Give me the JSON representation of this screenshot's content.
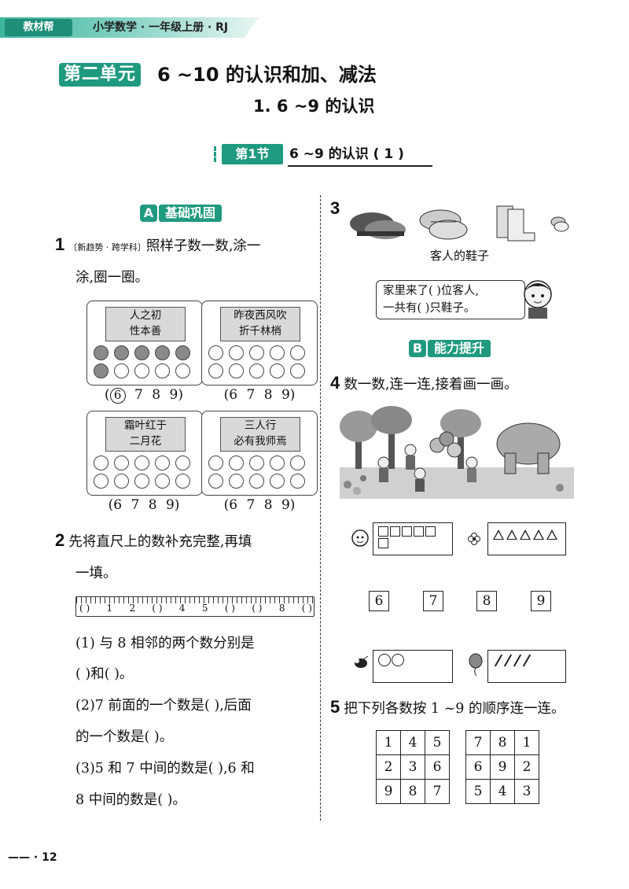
{
  "header": {
    "brand": "教材帮",
    "book": "小学数学 · 一年级上册 · RJ"
  },
  "unit": {
    "badge": "第二单元",
    "title": "6 ~10 的认识和加、减法"
  },
  "section": {
    "title": "1.  6 ~9 的认识"
  },
  "lesson": {
    "badge": "第1节",
    "title": "6 ~9 的认识 ( 1 )"
  },
  "partA": {
    "letter": "A",
    "name": "基础巩固"
  },
  "partB": {
    "letter": "B",
    "name": "能力提升"
  },
  "q1": {
    "num": "1",
    "source": "〔新趋势 · 跨学科〕",
    "text": "照样子数一数,涂一",
    "text2": "涂,圈一圈。",
    "cards": [
      {
        "line1": "人之初",
        "line2": "性本善",
        "filled": 6,
        "options": [
          "6",
          "7",
          "8",
          "9"
        ],
        "circled": "6"
      },
      {
        "line1": "昨夜西风吹",
        "line2": "折千林梢",
        "filled": 0,
        "options": [
          "6",
          "7",
          "8",
          "9"
        ],
        "circled": ""
      },
      {
        "line1": "霜叶红于",
        "line2": "二月花",
        "filled": 0,
        "options": [
          "6",
          "7",
          "8",
          "9"
        ],
        "circled": ""
      },
      {
        "line1": "三人行",
        "line2": "必有我师焉",
        "filled": 0,
        "options": [
          "6",
          "7",
          "8",
          "9"
        ],
        "circled": ""
      }
    ]
  },
  "q2": {
    "num": "2",
    "text": "先将直尺上的数补充完整,再填",
    "text2": "一填。",
    "ruler": [
      "(  )",
      "1",
      "2",
      "(  )",
      "4",
      "5",
      "(  )",
      "(  )",
      "8",
      "(  )"
    ],
    "s1a": "(1) 与 8 相邻的两个数分别是",
    "s1b": "(      )和(      )。",
    "s2a": "(2)7 前面的一个数是(      ),后面",
    "s2b": "的一个数是(      )。",
    "s3a": "(3)5 和 7 中间的数是(      ),6 和",
    "s3b": "8 中间的数是(      )。"
  },
  "q3": {
    "num": "3",
    "caption": "客人的鞋子",
    "speech1": "家里来了(    )位客人,",
    "speech2": "一共有(    )只鞋子。"
  },
  "q4": {
    "num": "4",
    "text": "数一数,连一连,接着画一画。",
    "numbers": [
      "6",
      "7",
      "8",
      "9"
    ],
    "squares_drawn": 6,
    "triangles_drawn": 5,
    "circles_drawn": 2,
    "slashes_drawn": 4
  },
  "q5": {
    "num": "5",
    "text": "把下列各数按 1 ~9 的顺序连一连。",
    "grid1": [
      [
        "1",
        "4",
        "5"
      ],
      [
        "2",
        "3",
        "6"
      ],
      [
        "9",
        "8",
        "7"
      ]
    ],
    "grid2": [
      [
        "7",
        "8",
        "1"
      ],
      [
        "6",
        "9",
        "2"
      ],
      [
        "5",
        "4",
        "3"
      ]
    ]
  },
  "page_number": "12"
}
